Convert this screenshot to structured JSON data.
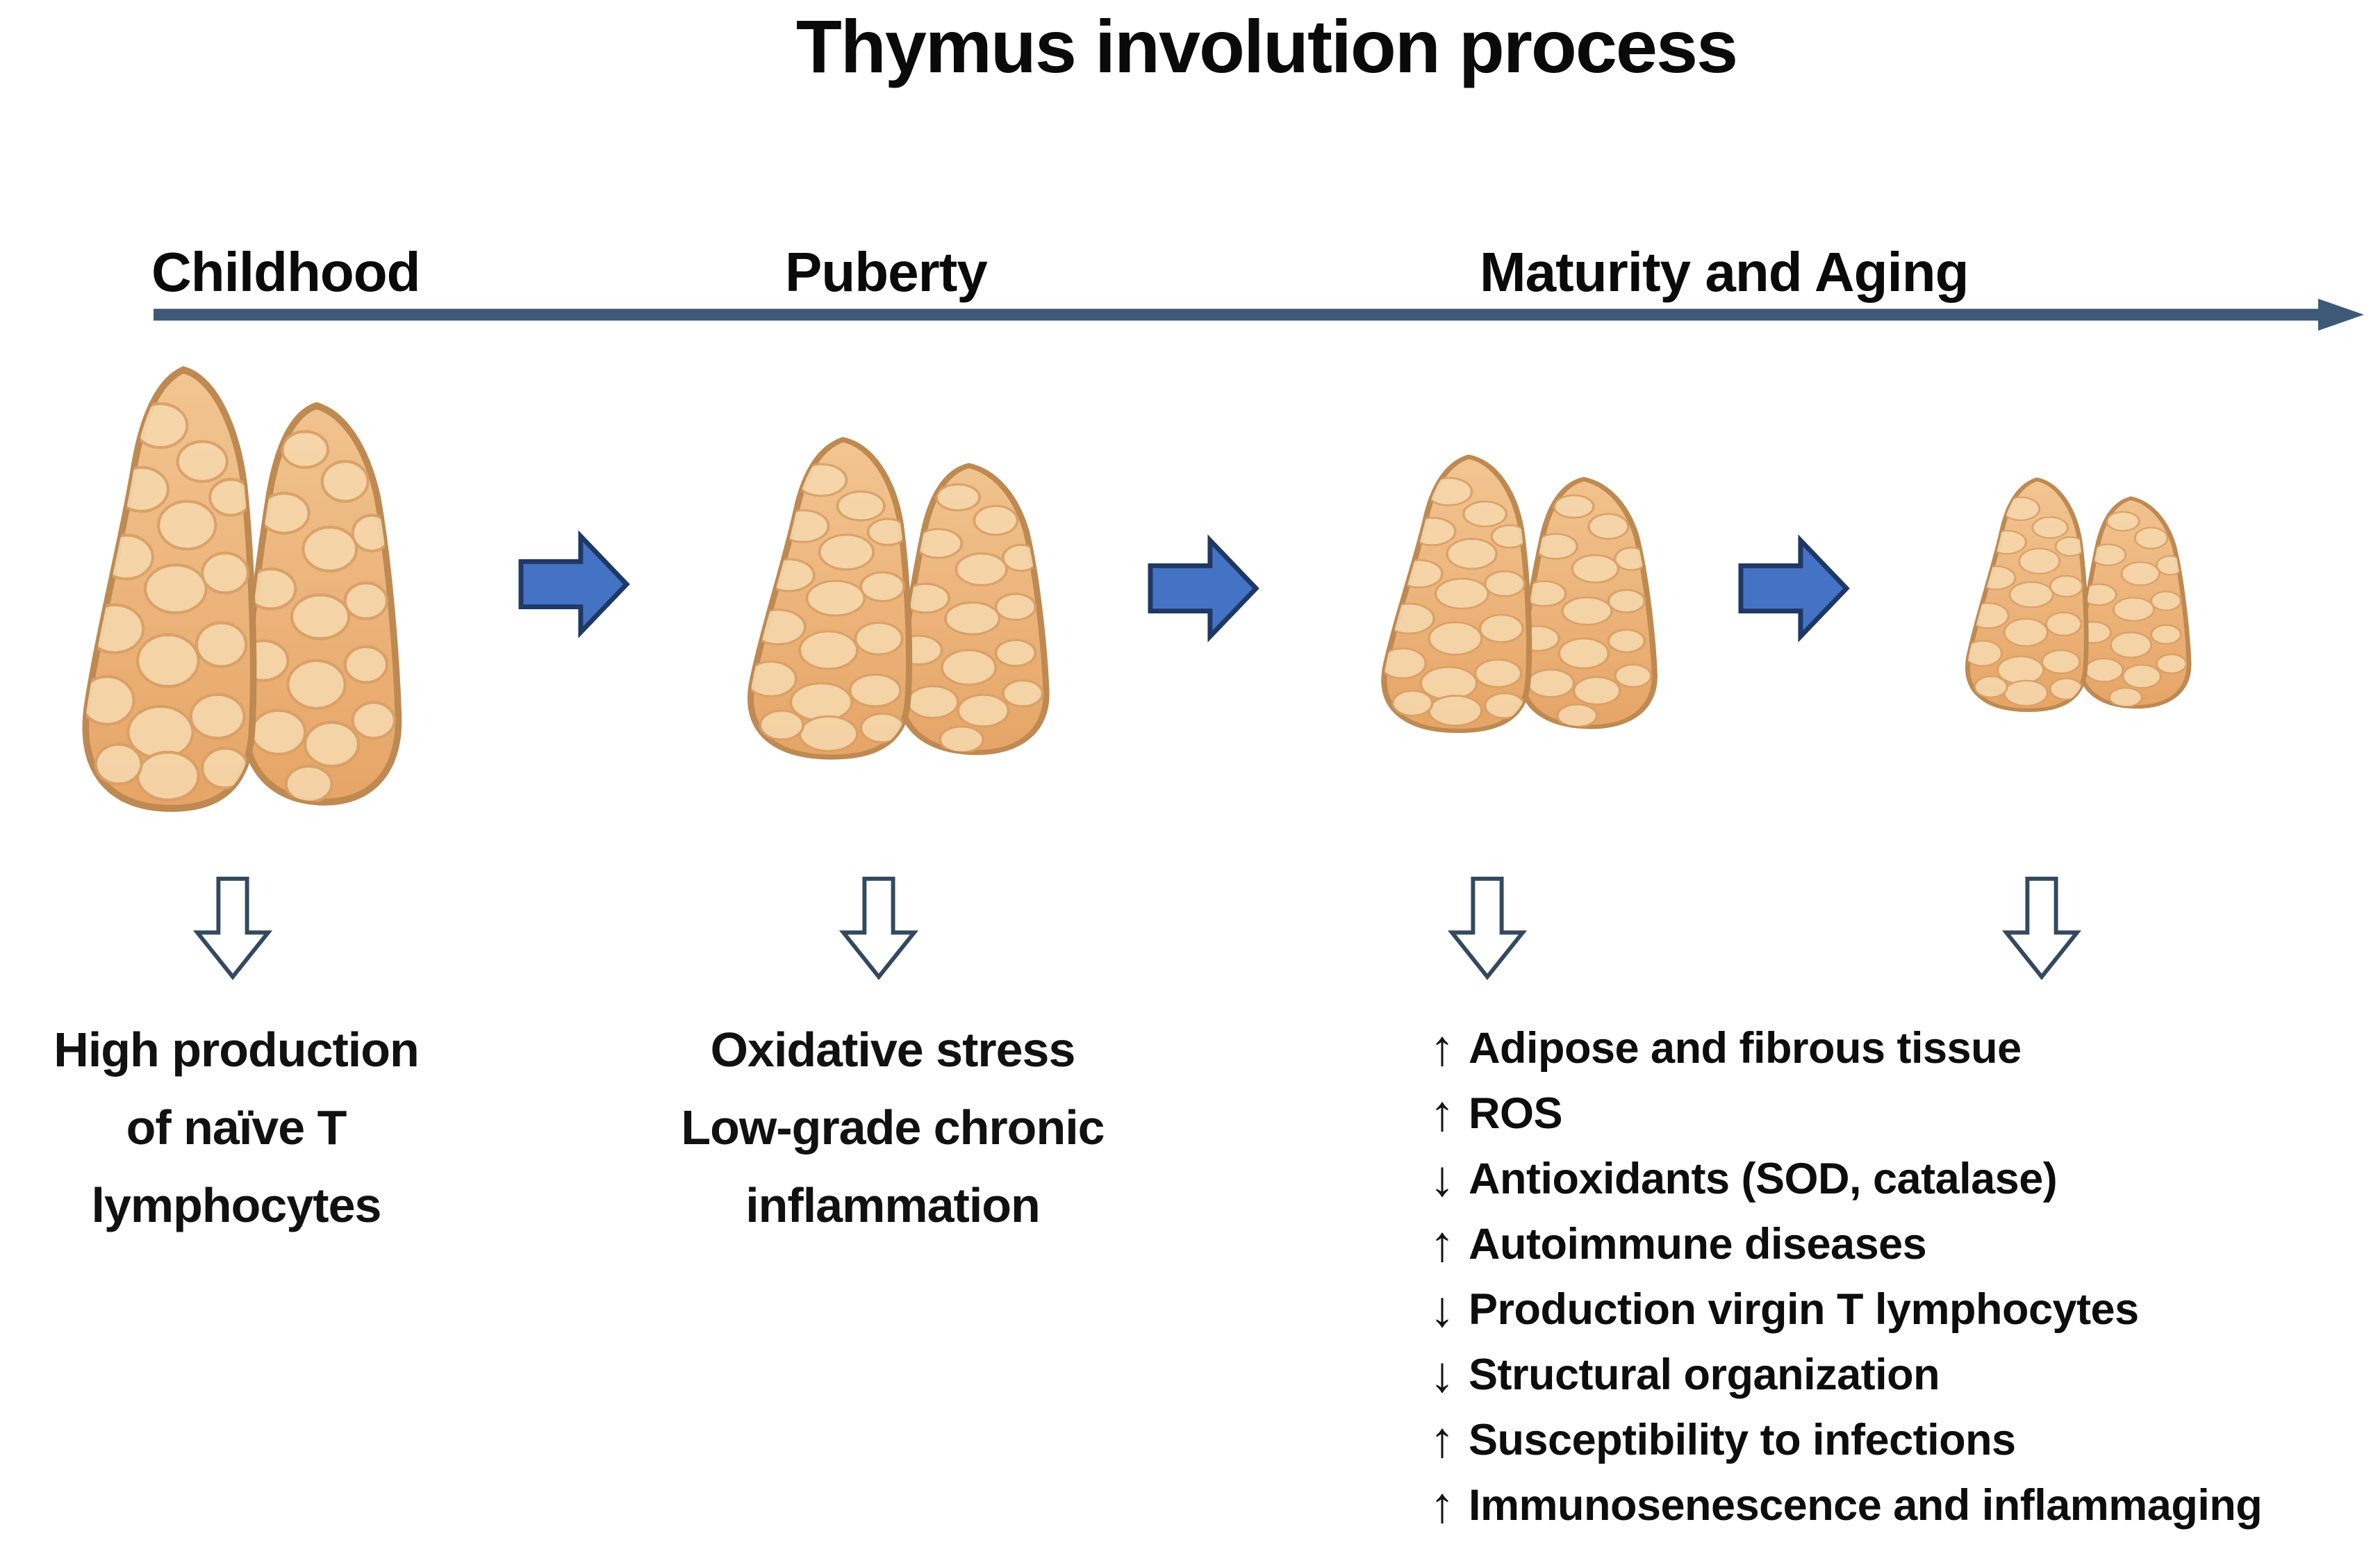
{
  "title": "Thymus involution process",
  "timeline_stages": [
    {
      "label": "Childhood"
    },
    {
      "label": "Puberty"
    },
    {
      "label": "Maturity and Aging"
    }
  ],
  "captions": {
    "childhood": {
      "lines": [
        "High production",
        "of naïve T",
        "lymphocytes"
      ]
    },
    "puberty": {
      "lines": [
        "Oxidative stress",
        "Low-grade chronic",
        "inflammation"
      ]
    }
  },
  "aging_effects": [
    {
      "arrow": "↑",
      "direction": "up",
      "text": "Adipose and fibrous tissue"
    },
    {
      "arrow": "↑",
      "direction": "up",
      "text": "ROS"
    },
    {
      "arrow": "↓",
      "direction": "down",
      "text": "Antioxidants (SOD, catalase)"
    },
    {
      "arrow": "↑",
      "direction": "up",
      "text": "Autoimmune diseases"
    },
    {
      "arrow": "↓",
      "direction": "down",
      "text": "Production virgin T lymphocytes"
    },
    {
      "arrow": "↓",
      "direction": "down",
      "text": "Structural organization"
    },
    {
      "arrow": "↑",
      "direction": "up",
      "text": "Susceptibility to infections"
    },
    {
      "arrow": "↑",
      "direction": "up",
      "text": "Immunosenescence and inflammaging"
    }
  ],
  "icons": {
    "thymus": "thymus-gland-illustration",
    "stage_arrow": "blue-right-block-arrow",
    "effect_arrow": "hollow-down-block-arrow",
    "timeline": "timeline-right-arrow"
  },
  "colors": {
    "timeline_line": "#3E5878",
    "stage_arrow_fill": "#4472C4",
    "stage_arrow_border": "#1F3864",
    "down_arrow_outline": "#33495F",
    "thymus_light": "#F3C794",
    "thymus_dark": "#E6A365",
    "thymus_bump": "#F6D8AC",
    "thymus_outline": "#BE8A52",
    "text": "#0d0d0d",
    "background": "#ffffff"
  }
}
